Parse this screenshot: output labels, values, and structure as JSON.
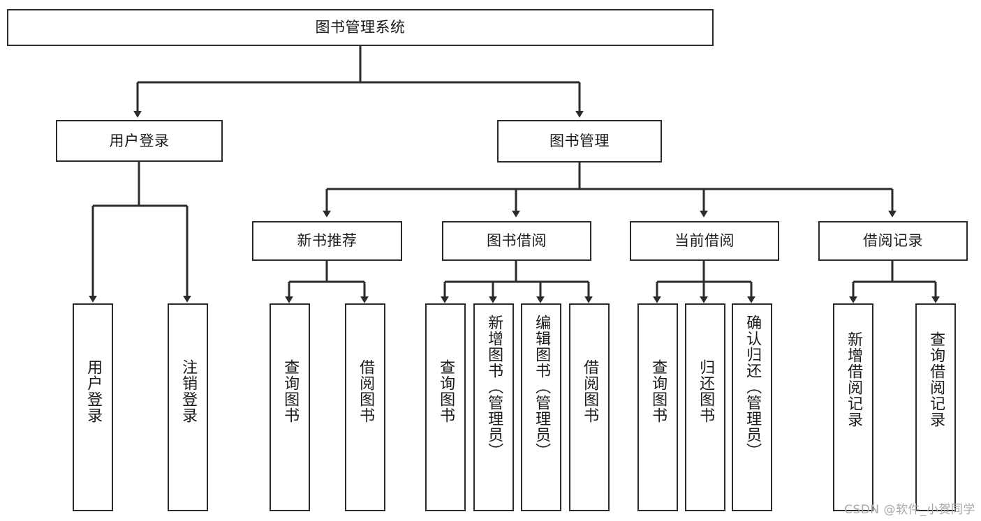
{
  "diagram": {
    "title": "图书管理系统",
    "type": "tree-hierarchy-diagram",
    "colors": {
      "box_border": "#2b2b2b",
      "box_fill": "#ffffff",
      "connector": "#2b2b2b",
      "text": "#1b1b1b",
      "watermark": "#a8a8a8",
      "background": "#ffffff"
    },
    "root": {
      "label": "图书管理系统"
    },
    "level2": [
      {
        "label": "用户登录"
      },
      {
        "label": "图书管理"
      }
    ],
    "level3": [
      {
        "label": "新书推荐"
      },
      {
        "label": "图书借阅"
      },
      {
        "label": "当前借阅"
      },
      {
        "label": "借阅记录"
      }
    ],
    "leaves": {
      "user_login": [
        {
          "label": "用户登录"
        },
        {
          "label": "注销登录"
        }
      ],
      "new_book_recommend": [
        {
          "label": "查询图书"
        },
        {
          "label": "借阅图书"
        }
      ],
      "book_borrow": [
        {
          "label": "查询图书"
        },
        {
          "label": "新增图书（管理员）"
        },
        {
          "label": "编辑图书（管理员）"
        },
        {
          "label": "借阅图书"
        }
      ],
      "current_borrow": [
        {
          "label": "查询图书"
        },
        {
          "label": "归还图书"
        },
        {
          "label": "确认归还（管理员）"
        }
      ],
      "borrow_record": [
        {
          "label": "新增借阅记录"
        },
        {
          "label": "查询借阅记录"
        }
      ]
    }
  },
  "watermark": {
    "text": "CSDN @软件_小贺同学"
  }
}
